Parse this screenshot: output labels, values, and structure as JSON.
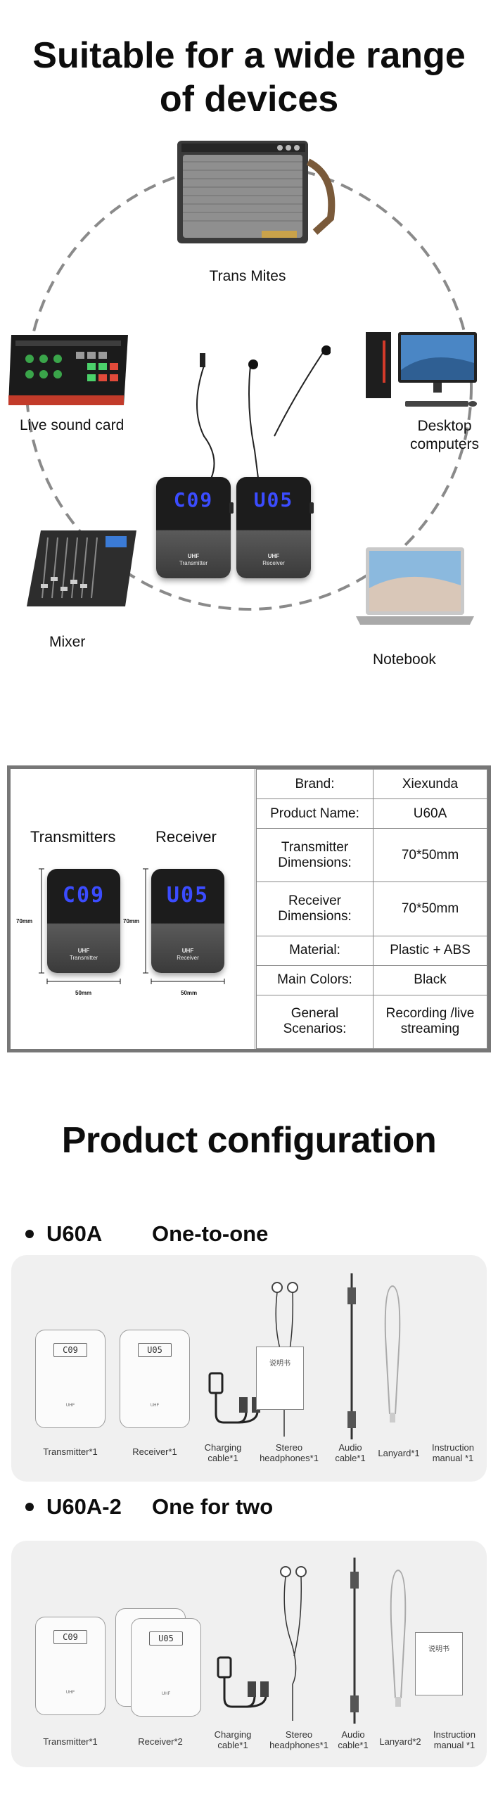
{
  "section1": {
    "title_line1": "Suitable for a wide range",
    "title_line2": "of devices",
    "devices": {
      "top": "Trans Mites",
      "left_upper": "Live sound card",
      "right_upper_line1": "Desktop",
      "right_upper_line2": "computers",
      "left_lower": "Mixer",
      "right_lower": "Notebook"
    },
    "transmitter_display": "C09",
    "receiver_display": "U05",
    "transmitter_text": "Transmitter",
    "receiver_text": "Receiver",
    "brand_mark": "UHF"
  },
  "spec": {
    "caption_transmitters": "Transmitters",
    "caption_receiver": "Receiver",
    "dim_height": "70mm",
    "dim_width": "50mm",
    "rows": [
      {
        "key": "Brand:",
        "value": "Xiexunda"
      },
      {
        "key": "Product Name:",
        "value": "U60A"
      },
      {
        "key": "Transmitter Dimensions:",
        "value": "70*50mm"
      },
      {
        "key": "Receiver Dimensions:",
        "value": "70*50mm"
      },
      {
        "key": "Material:",
        "value": "Plastic + ABS"
      },
      {
        "key": "Main Colors:",
        "value": "Black"
      },
      {
        "key": "General Scenarios:",
        "value": "Recording /live streaming"
      }
    ]
  },
  "config": {
    "title": "Product configuration",
    "sets": [
      {
        "model": "U60A",
        "desc": "One-to-one",
        "items": [
          "Transmitter*1",
          "Receiver*1",
          "Charging cable*1",
          "Stereo headphones*1",
          "Audio cable*1",
          "Lanyard*1",
          "Instruction manual *1"
        ]
      },
      {
        "model": "U60A-2",
        "desc": "One for two",
        "items": [
          "Transmitter*1",
          "Receiver*2",
          "Charging cable*1",
          "Stereo headphones*1",
          "Audio cable*1",
          "Lanyard*2",
          "Instruction manual *1"
        ]
      }
    ],
    "manual_text": "说明书",
    "display_tx": "C09",
    "display_rx": "U05"
  }
}
